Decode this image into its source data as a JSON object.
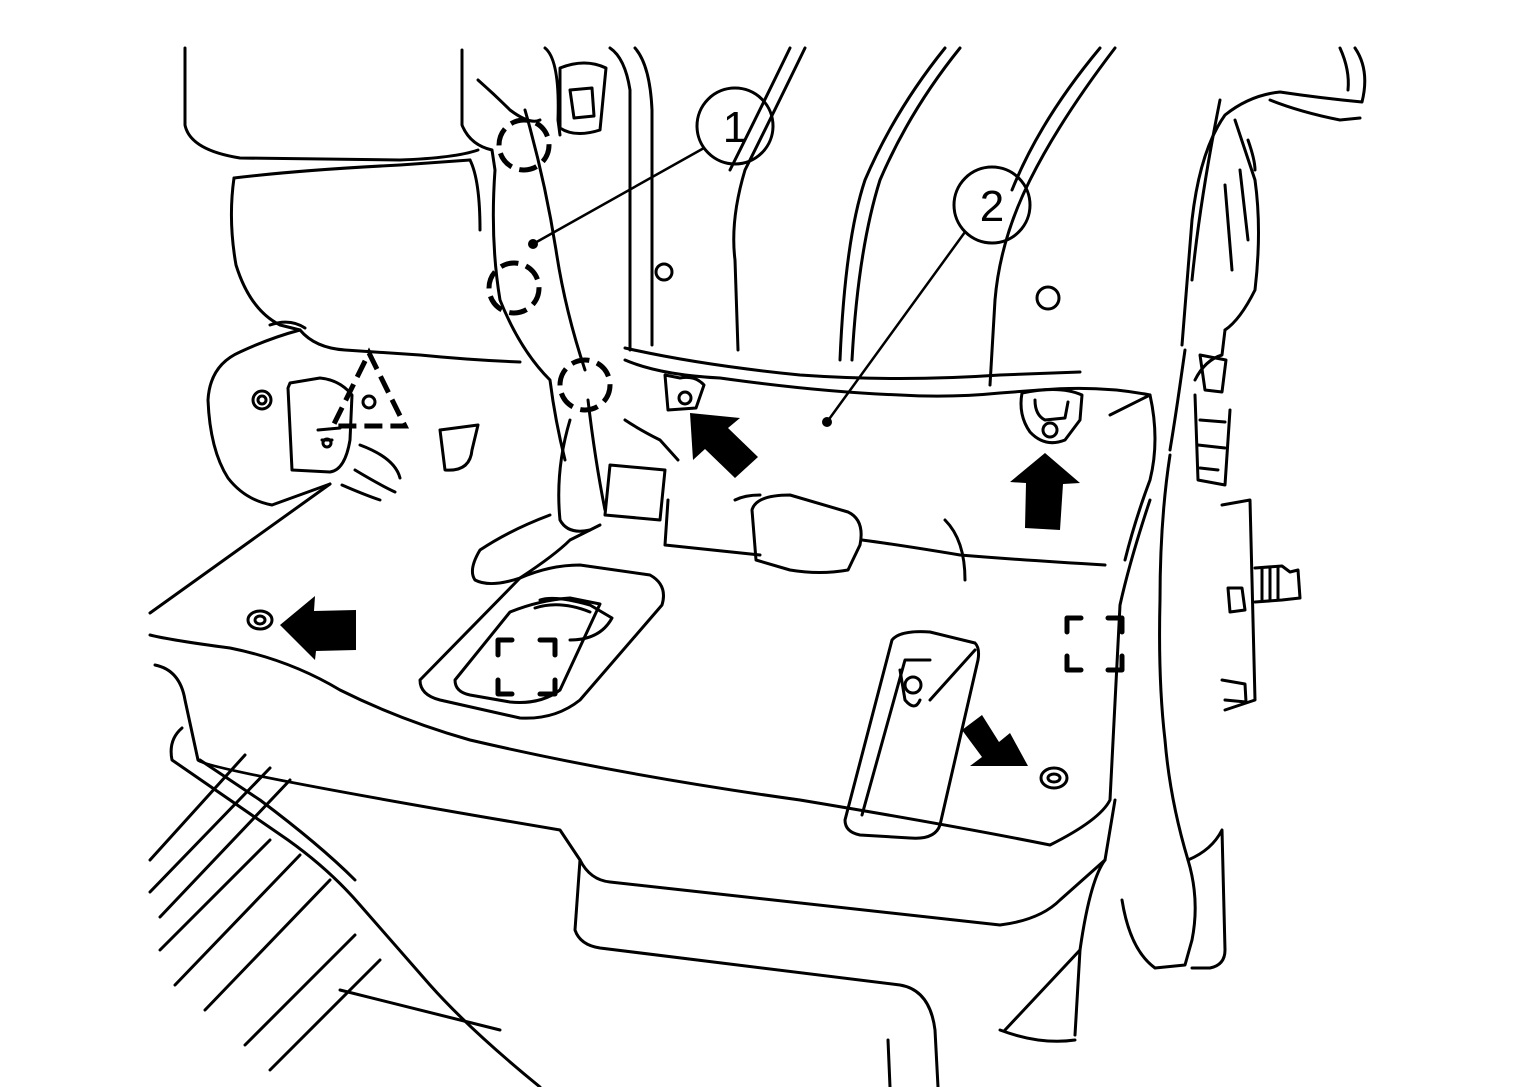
{
  "callouts": [
    {
      "id": "1",
      "label": "1"
    },
    {
      "id": "2",
      "label": "2"
    }
  ],
  "symbols": {
    "clip": "dashed-circle",
    "pawl": "dashed-triangle",
    "metal_clip": "dashed-square",
    "arrow_color": "#000000",
    "line_color": "#000000"
  }
}
